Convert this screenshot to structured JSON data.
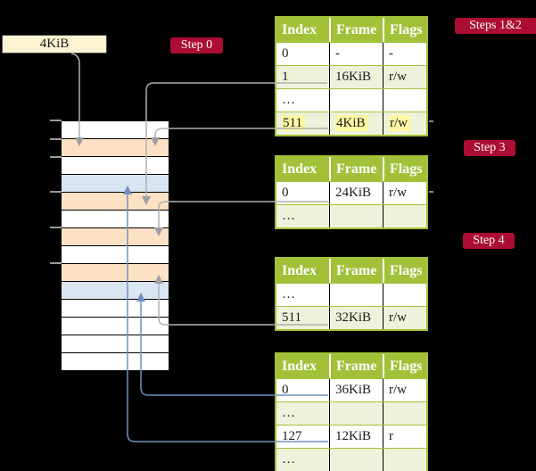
{
  "annotations": {
    "frame_size_label": "4KiB",
    "step0": "Step 0",
    "steps12": "Steps 1&2",
    "step3": "Step 3",
    "step4": "Step 4"
  },
  "colors": {
    "label_red": "#ac0d32",
    "table_green": "#a2c139",
    "row_light_green": "#eef2da",
    "frame_orange": "#fce1c4",
    "frame_blue": "#d9e5f3",
    "highlight_yellow": "#fdf6a3",
    "arrow_gray": "#b0b0b0",
    "arrow_blue": "#7092c1",
    "box_cream": "#fdf3d2"
  },
  "memory": {
    "frames": [
      "free",
      "orange",
      "free",
      "blue",
      "orange",
      "free",
      "orange",
      "free",
      "orange",
      "blue",
      "free",
      "free",
      "free",
      "free"
    ]
  },
  "tables": [
    {
      "name": "page-table-steps-1-2",
      "headers": [
        "Index",
        "Frame",
        "Flags"
      ],
      "rows": [
        {
          "cells": [
            "0",
            "-",
            "-"
          ]
        },
        {
          "cells": [
            "1",
            "16KiB",
            "r/w"
          ]
        },
        {
          "cells": [
            "…",
            "",
            ""
          ]
        },
        {
          "cells": [
            "511",
            "4KiB",
            "r/w"
          ]
        }
      ]
    },
    {
      "name": "page-table-step-3",
      "headers": [
        "Index",
        "Frame",
        "Flags"
      ],
      "rows": [
        {
          "cells": [
            "0",
            "24KiB",
            "r/w"
          ]
        },
        {
          "cells": [
            "…",
            "",
            ""
          ]
        }
      ]
    },
    {
      "name": "page-table-step-4",
      "headers": [
        "Index",
        "Frame",
        "Flags"
      ],
      "rows": [
        {
          "cells": [
            "…",
            "",
            ""
          ]
        },
        {
          "cells": [
            "511",
            "32KiB",
            "r/w"
          ]
        }
      ]
    },
    {
      "name": "page-table-level-1",
      "headers": [
        "Index",
        "Frame",
        "Flags"
      ],
      "rows": [
        {
          "cells": [
            "0",
            "36KiB",
            "r/w"
          ]
        },
        {
          "cells": [
            "…",
            "",
            ""
          ]
        },
        {
          "cells": [
            "127",
            "12KiB",
            "r"
          ]
        },
        {
          "cells": [
            "…",
            "",
            ""
          ]
        }
      ]
    }
  ]
}
